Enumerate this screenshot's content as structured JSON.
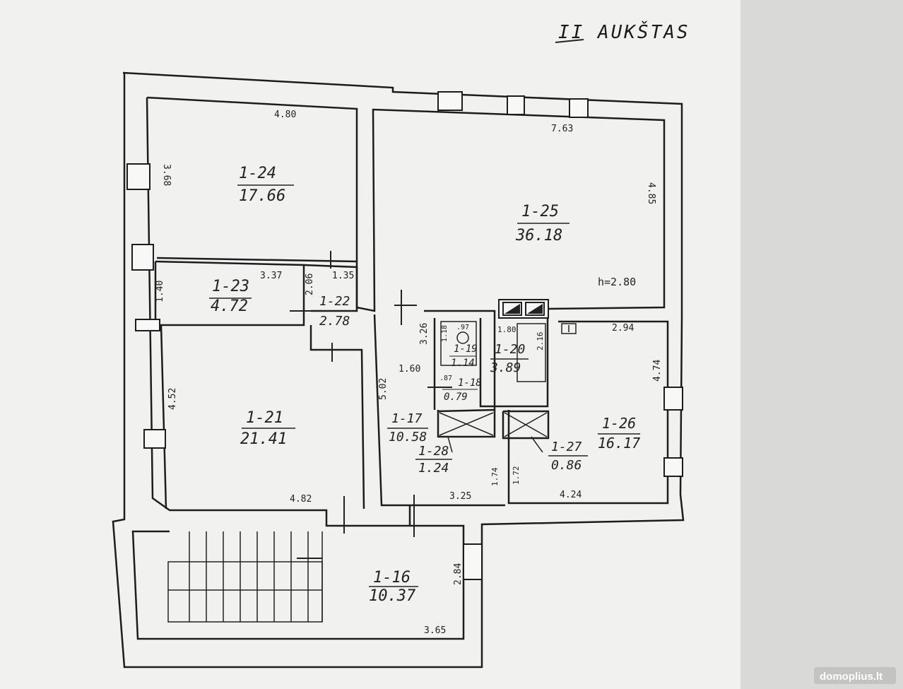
{
  "floor_title": "II AUKŠTAS",
  "ceiling_height": "h=2.80",
  "watermark": "domoplius.lt",
  "rooms": {
    "r124": {
      "id": "1-24",
      "area": "17.66"
    },
    "r125": {
      "id": "1-25",
      "area": "36.18"
    },
    "r123": {
      "id": "1-23",
      "area": "4.72"
    },
    "r122": {
      "id": "1-22",
      "area": "2.78"
    },
    "r121": {
      "id": "1-21",
      "area": "21.41"
    },
    "r119": {
      "id": "1-19",
      "area": "1.14"
    },
    "r120": {
      "id": "1-20",
      "area": "3.89"
    },
    "r118": {
      "id": "1-18",
      "area": "0.79"
    },
    "r117": {
      "id": "1-17",
      "area": "10.58"
    },
    "r128": {
      "id": "1-28",
      "area": "1.24"
    },
    "r127": {
      "id": "1-27",
      "area": "0.86"
    },
    "r126": {
      "id": "1-26",
      "area": "16.17"
    },
    "r116": {
      "id": "1-16",
      "area": "10.37"
    }
  },
  "dims": {
    "d480": "4.80",
    "d368": "3.68",
    "d763": "7.63",
    "d485": "4.85",
    "d337": "3.37",
    "d140": "1.40",
    "d206": "2.06",
    "d135": "1.35",
    "d326": "3.26",
    "d160": "1.60",
    "d502": "5.02",
    "d452": "4.52",
    "d482": "4.82",
    "d118": "1.18",
    "d97": ".97",
    "d180": "1.80",
    "d216": "2.16",
    "d294": "2.94",
    "d474": "4.74",
    "d87": ".87",
    "d174": "1.74",
    "d172": "1.72",
    "d325": "3.25",
    "d424": "4.24",
    "d284": "2.84",
    "d365": "3.65"
  }
}
